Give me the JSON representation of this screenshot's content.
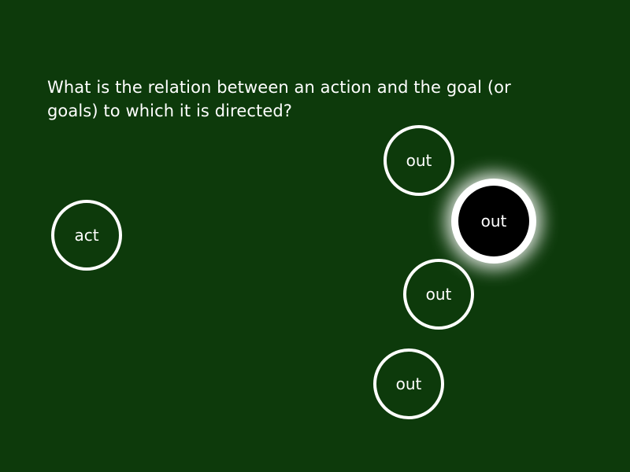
{
  "question": "What is the relation between an action and the goal (or goals) to which it is directed?",
  "nodes": {
    "act": "act",
    "out_1": "out",
    "out_2": "out",
    "out_3": "out",
    "out_4": "out"
  },
  "colors": {
    "background": "#0d3a0b",
    "foreground": "#ffffff",
    "highlight_fill": "#000000"
  }
}
